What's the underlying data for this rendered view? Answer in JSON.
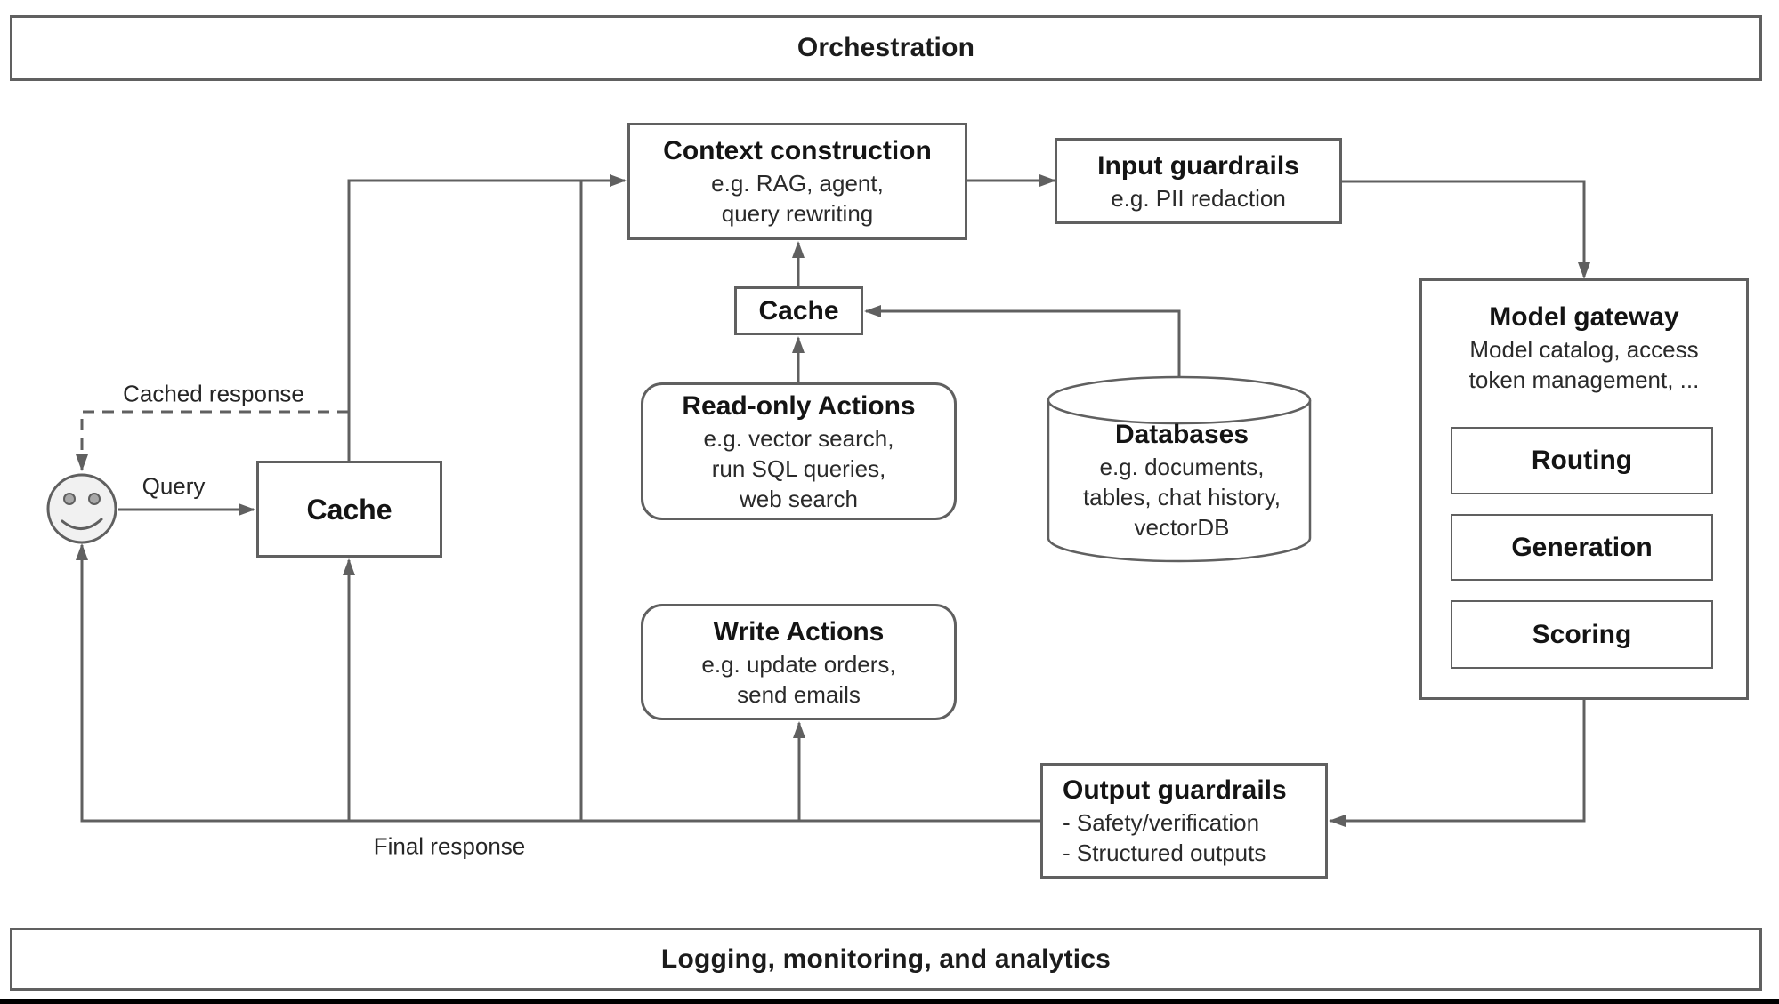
{
  "colors": {
    "line": "#606060",
    "text": "#1c1c1c",
    "box_fill": "#ffffff",
    "user_face_fill": "#f1f1f1"
  },
  "bars": {
    "top_label": "Orchestration",
    "bottom_label": "Logging, monitoring, and analytics"
  },
  "nodes": {
    "context_construction": {
      "title": "Context construction",
      "lines": [
        "e.g. RAG, agent,",
        "query rewriting"
      ]
    },
    "input_guardrails": {
      "title": "Input guardrails",
      "lines": [
        "e.g. PII redaction"
      ]
    },
    "model_gateway": {
      "title": "Model gateway",
      "lines": [
        "Model catalog, access",
        "token management, ..."
      ],
      "children": [
        "Routing",
        "Generation",
        "Scoring"
      ]
    },
    "cache_main": {
      "title": "Cache"
    },
    "cache_small": {
      "title": "Cache"
    },
    "read_only_actions": {
      "title": "Read-only Actions",
      "lines": [
        "e.g. vector search,",
        "run SQL queries,",
        "web search"
      ]
    },
    "write_actions": {
      "title": "Write Actions",
      "lines": [
        "e.g. update orders,",
        "send emails"
      ]
    },
    "databases": {
      "title": "Databases",
      "lines": [
        "e.g. documents,",
        "tables, chat history,",
        "vectorDB"
      ]
    },
    "output_guardrails": {
      "title": "Output guardrails",
      "lines": [
        "- Safety/verification",
        "- Structured outputs"
      ]
    }
  },
  "edge_labels": {
    "query": "Query",
    "cached_response": "Cached response",
    "final_response": "Final response"
  }
}
